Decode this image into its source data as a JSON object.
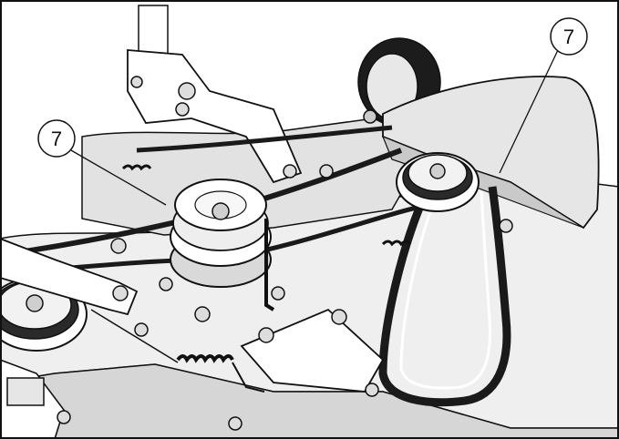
{
  "callouts": [
    {
      "id": "left",
      "label": "7"
    },
    {
      "id": "right",
      "label": "7"
    }
  ],
  "colors": {
    "line": "#111111",
    "deck_light": "#f1f1f1",
    "deck_mid": "#dedede",
    "deck_dark": "#bdbdbd",
    "belt": "#1a1a1a",
    "frame": "#ffffff"
  }
}
